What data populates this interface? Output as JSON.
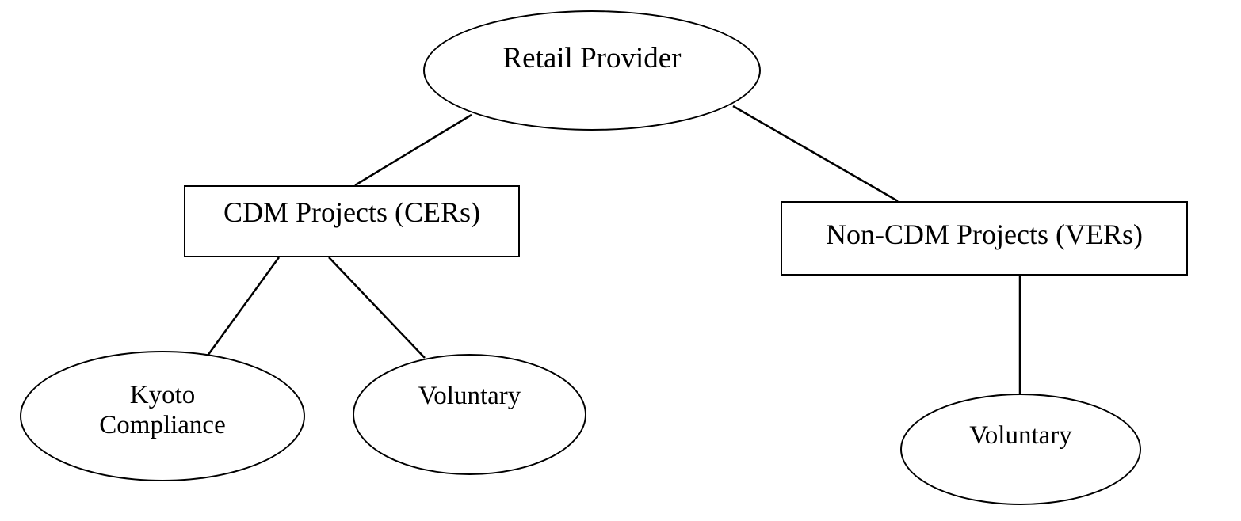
{
  "diagram": {
    "type": "tree",
    "colors": {
      "stroke": "#000000",
      "fill": "#ffffff",
      "text": "#000000",
      "background": "#ffffff"
    },
    "nodes": {
      "retail_provider": {
        "label": "Retail Provider",
        "shape": "ellipse",
        "level": 0
      },
      "cdm_projects": {
        "label": "CDM Projects (CERs)",
        "shape": "rectangle",
        "level": 1
      },
      "non_cdm_projects": {
        "label": "Non-CDM Projects (VERs)",
        "shape": "rectangle",
        "level": 1
      },
      "kyoto_compliance": {
        "label": "Kyoto\nCompliance",
        "shape": "ellipse",
        "level": 2
      },
      "voluntary_cdm": {
        "label": "Voluntary",
        "shape": "ellipse",
        "level": 2
      },
      "voluntary_non_cdm": {
        "label": "Voluntary",
        "shape": "ellipse",
        "level": 2
      }
    },
    "edges": [
      {
        "from": "retail_provider",
        "to": "cdm_projects"
      },
      {
        "from": "retail_provider",
        "to": "non_cdm_projects"
      },
      {
        "from": "cdm_projects",
        "to": "kyoto_compliance"
      },
      {
        "from": "cdm_projects",
        "to": "voluntary_cdm"
      },
      {
        "from": "non_cdm_projects",
        "to": "voluntary_non_cdm"
      }
    ]
  }
}
